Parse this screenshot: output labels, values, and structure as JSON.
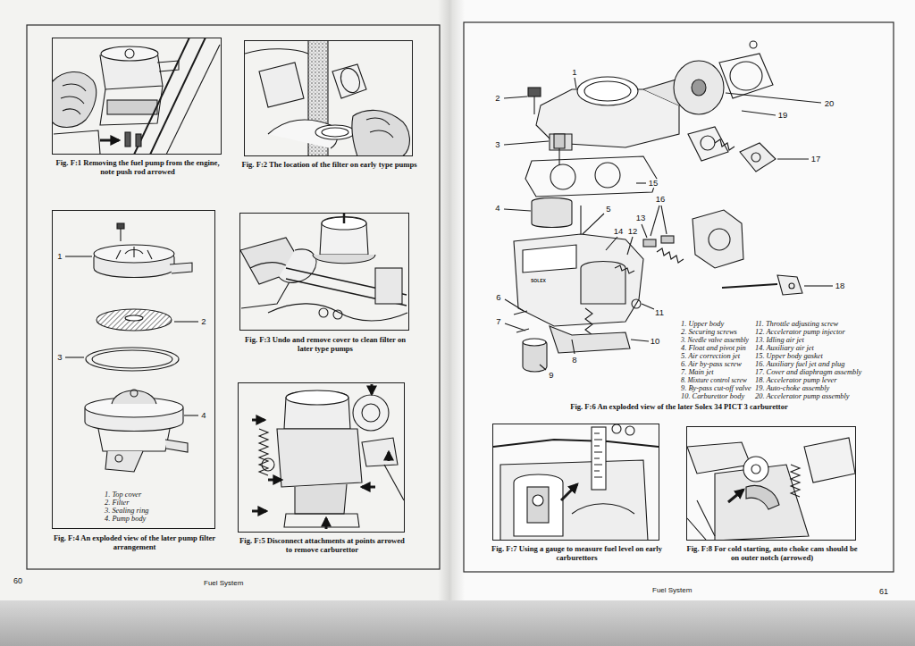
{
  "diagram": {
    "nodes": [
      {
        "text": [
          "Fig. F:1 Removing the fuel pump from the engine, note push rod arrowed"
        ]
      },
      {
        "text": [
          "Fig. F:2 The location of the filter on early type pumps"
        ]
      },
      {
        "text": [
          "Fig. F:4 An exploded view of the later pump filter arrangement"
        ]
      },
      {
        "text": [
          "Fig. F:3 Undo and remove cover to clean filter on later type pumps"
        ]
      },
      {
        "text": [
          "Fig. F:5 Disconnect attachments at points arrowed to remove carburettor"
        ]
      },
      {
        "text": [
          "Fig. F:7 Using a gauge to measure fuel level on early carburettors"
        ]
      },
      {
        "text": [
          "Fig. F:8 For cold starting, auto choke cam should be on outer notch (arrowed)"
        ]
      }
    ],
    "edges": [],
    "labels": [
      "1",
      "2",
      "3",
      "4",
      "1. Top cover",
      "2. Filter",
      "3. Sealing ring",
      "4. Pump body",
      "1",
      "2",
      "3",
      "4",
      "5",
      "6",
      "7",
      "8",
      "9",
      "10",
      "11",
      "12",
      "13",
      "14",
      "15",
      "16",
      "17",
      "18",
      "19",
      "20",
      "SOLEX",
      "1. Upper body",
      "2. Securing screws",
      "3. Needle valve assembly",
      "4. Float and pivot pin",
      "5. Air correction jet",
      "6. Air by-pass screw",
      "7. Main jet",
      "8. Mixture control screw",
      "9. By-pass cut-off valve",
      "10. Carburettor body",
      "11. Throttle adjusting screw",
      "12. Accelerator pump injector",
      "13. Idling air jet",
      "14. Auxiliary air jet",
      "15. Upper body gasket",
      "16. Auxiliary fuel jet and plug",
      "17. Cover and diaphragm assembly",
      "18. Accelerator pump lever",
      "19. Auto-choke assembly",
      "20. Accelerator pump assembly",
      "Fig. F:6 An exploded view of the later Solex 34 PICT 3 carburettor",
      "60",
      "Fuel System",
      "Fuel System",
      "61"
    ]
  }
}
